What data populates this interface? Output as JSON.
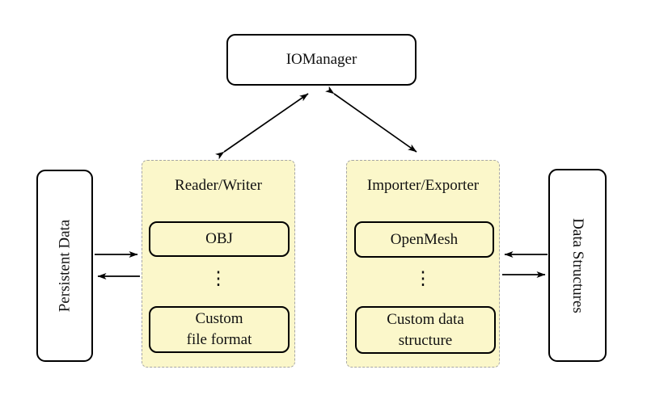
{
  "io_manager": {
    "label": "IOManager"
  },
  "persistent_data": {
    "label": "Persistent Data"
  },
  "data_structures": {
    "label": "Data Structures"
  },
  "reader_writer": {
    "title": "Reader/Writer",
    "top_box": "OBJ",
    "dots": "⋮",
    "bottom_box_line1": "Custom",
    "bottom_box_line2": "file format"
  },
  "importer_exporter": {
    "title": "Importer/Exporter",
    "top_box": "OpenMesh",
    "dots": "⋮",
    "bottom_box_line1": "Custom data",
    "bottom_box_line2": "structure"
  },
  "colors": {
    "background": "#FFFFFF",
    "group_fill": "#FBF7CA",
    "group_border": "#A6A6A6",
    "node_fill": "#FFFFFF",
    "node_border": "#000000",
    "arrow": "#000000",
    "text": "#111111"
  }
}
